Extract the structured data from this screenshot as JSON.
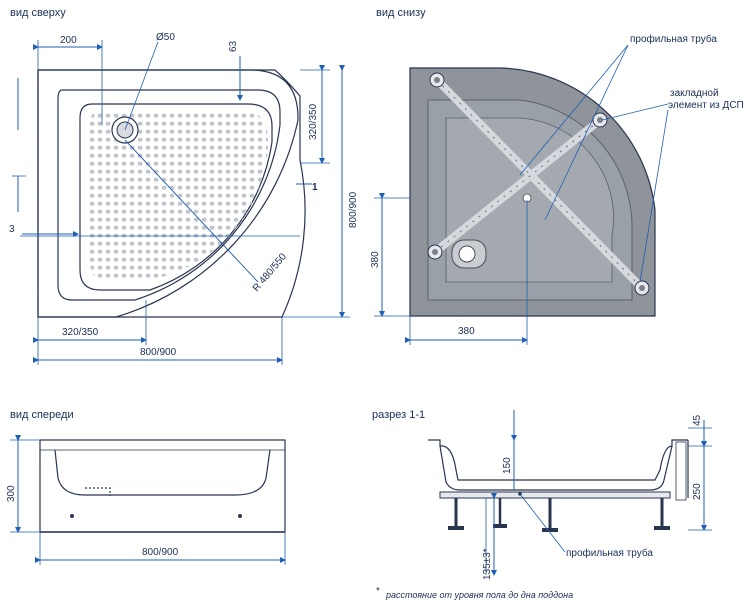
{
  "views": {
    "top": "вид сверху",
    "bottom": "вид снизу",
    "front": "вид спереди",
    "section": "разрез 1-1"
  },
  "top_view": {
    "dim_200": "200",
    "dim_diameter": "Ø50",
    "dim_63": "63",
    "dim_320_350_right": "320/350",
    "dim_800_900_right": "800/900",
    "dim_3": "3",
    "dim_radius": "R 480/550",
    "dim_320_350_bottom": "320/350",
    "dim_800_900_bottom": "800/900",
    "section_mark": "1"
  },
  "bottom_view": {
    "label_profile_tube": "профильная труба",
    "label_embedded": "закладной",
    "label_embedded_2": "элемент из ДСП",
    "dim_380_left": "380",
    "dim_380_bottom": "380"
  },
  "front_view": {
    "dim_300": "300",
    "dim_800_900": "800/900"
  },
  "section_view": {
    "dim_45": "45",
    "dim_150": "150",
    "dim_250": "250",
    "dim_135_43": "135±3*",
    "label_profile_tube": "профильная труба"
  },
  "footnote": {
    "star": "*",
    "text": "расстояние от уровня пола до дна поддона"
  },
  "colors": {
    "dimension": "#1f5fb4",
    "outline": "#2a3550",
    "bottom_fill": "#8f939a",
    "bottom_dark": "#6f737a"
  }
}
